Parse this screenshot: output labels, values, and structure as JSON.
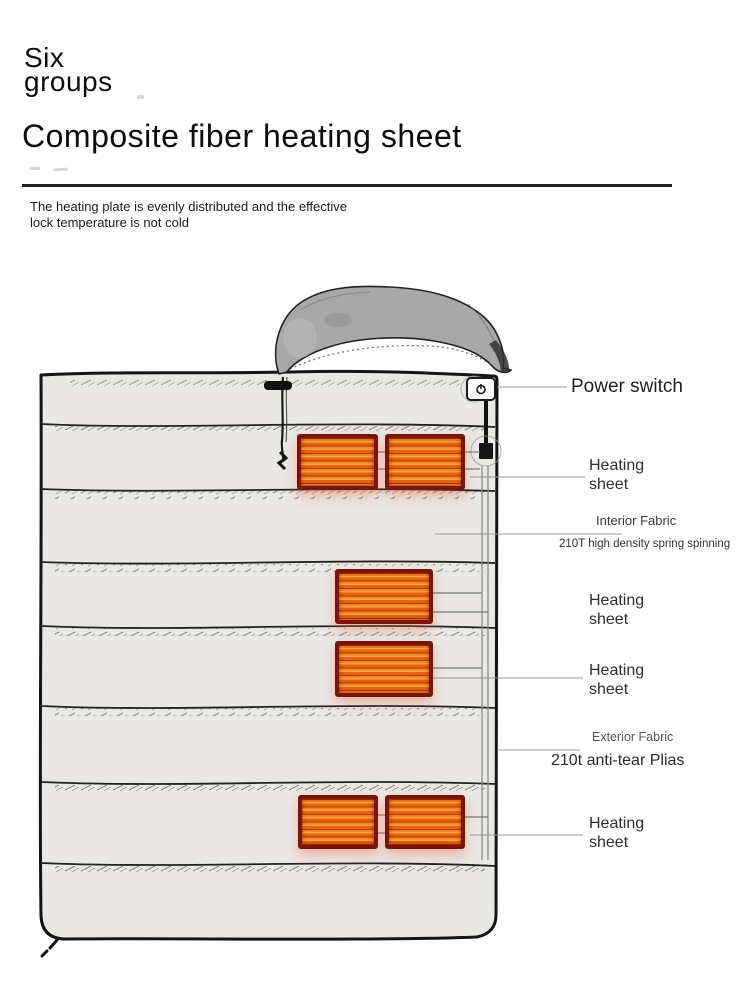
{
  "header": {
    "group_count_line1": "Six",
    "group_count_line2": "groups",
    "title": "Composite fiber heating sheet",
    "subtitle_line1": "The heating plate is evenly distributed and the effective",
    "subtitle_line2": "lock temperature is not cold"
  },
  "diagram": {
    "callouts": {
      "power_switch": {
        "label": "Power switch"
      },
      "heating_top": {
        "line1": "Heating",
        "line2": "sheet"
      },
      "interior_fabric": {
        "title": "Interior Fabric",
        "subtitle": "210T high density spring spinning"
      },
      "heating_middle_upper": {
        "line1": "Heating",
        "line2": "sheet"
      },
      "heating_middle_lower": {
        "line1": "Heating",
        "line2": "sheet"
      },
      "exterior_fabric": {
        "title": "Exterior Fabric",
        "subtitle": "210t anti-tear Plias"
      },
      "heating_bottom": {
        "line1": "Heating",
        "line2": "sheet"
      }
    },
    "icons": {
      "power_switch": "power-switch-icon"
    }
  },
  "colors": {
    "heater_fill": "#e8610b",
    "heater_stripe": "#ffa340",
    "heater_border": "#7a1408",
    "bag_fill": "#e9e8e5",
    "hood_fill": "#a8a8a8",
    "outline": "#151515",
    "leader_line": "#999999",
    "divider": "#1f1f1f"
  }
}
